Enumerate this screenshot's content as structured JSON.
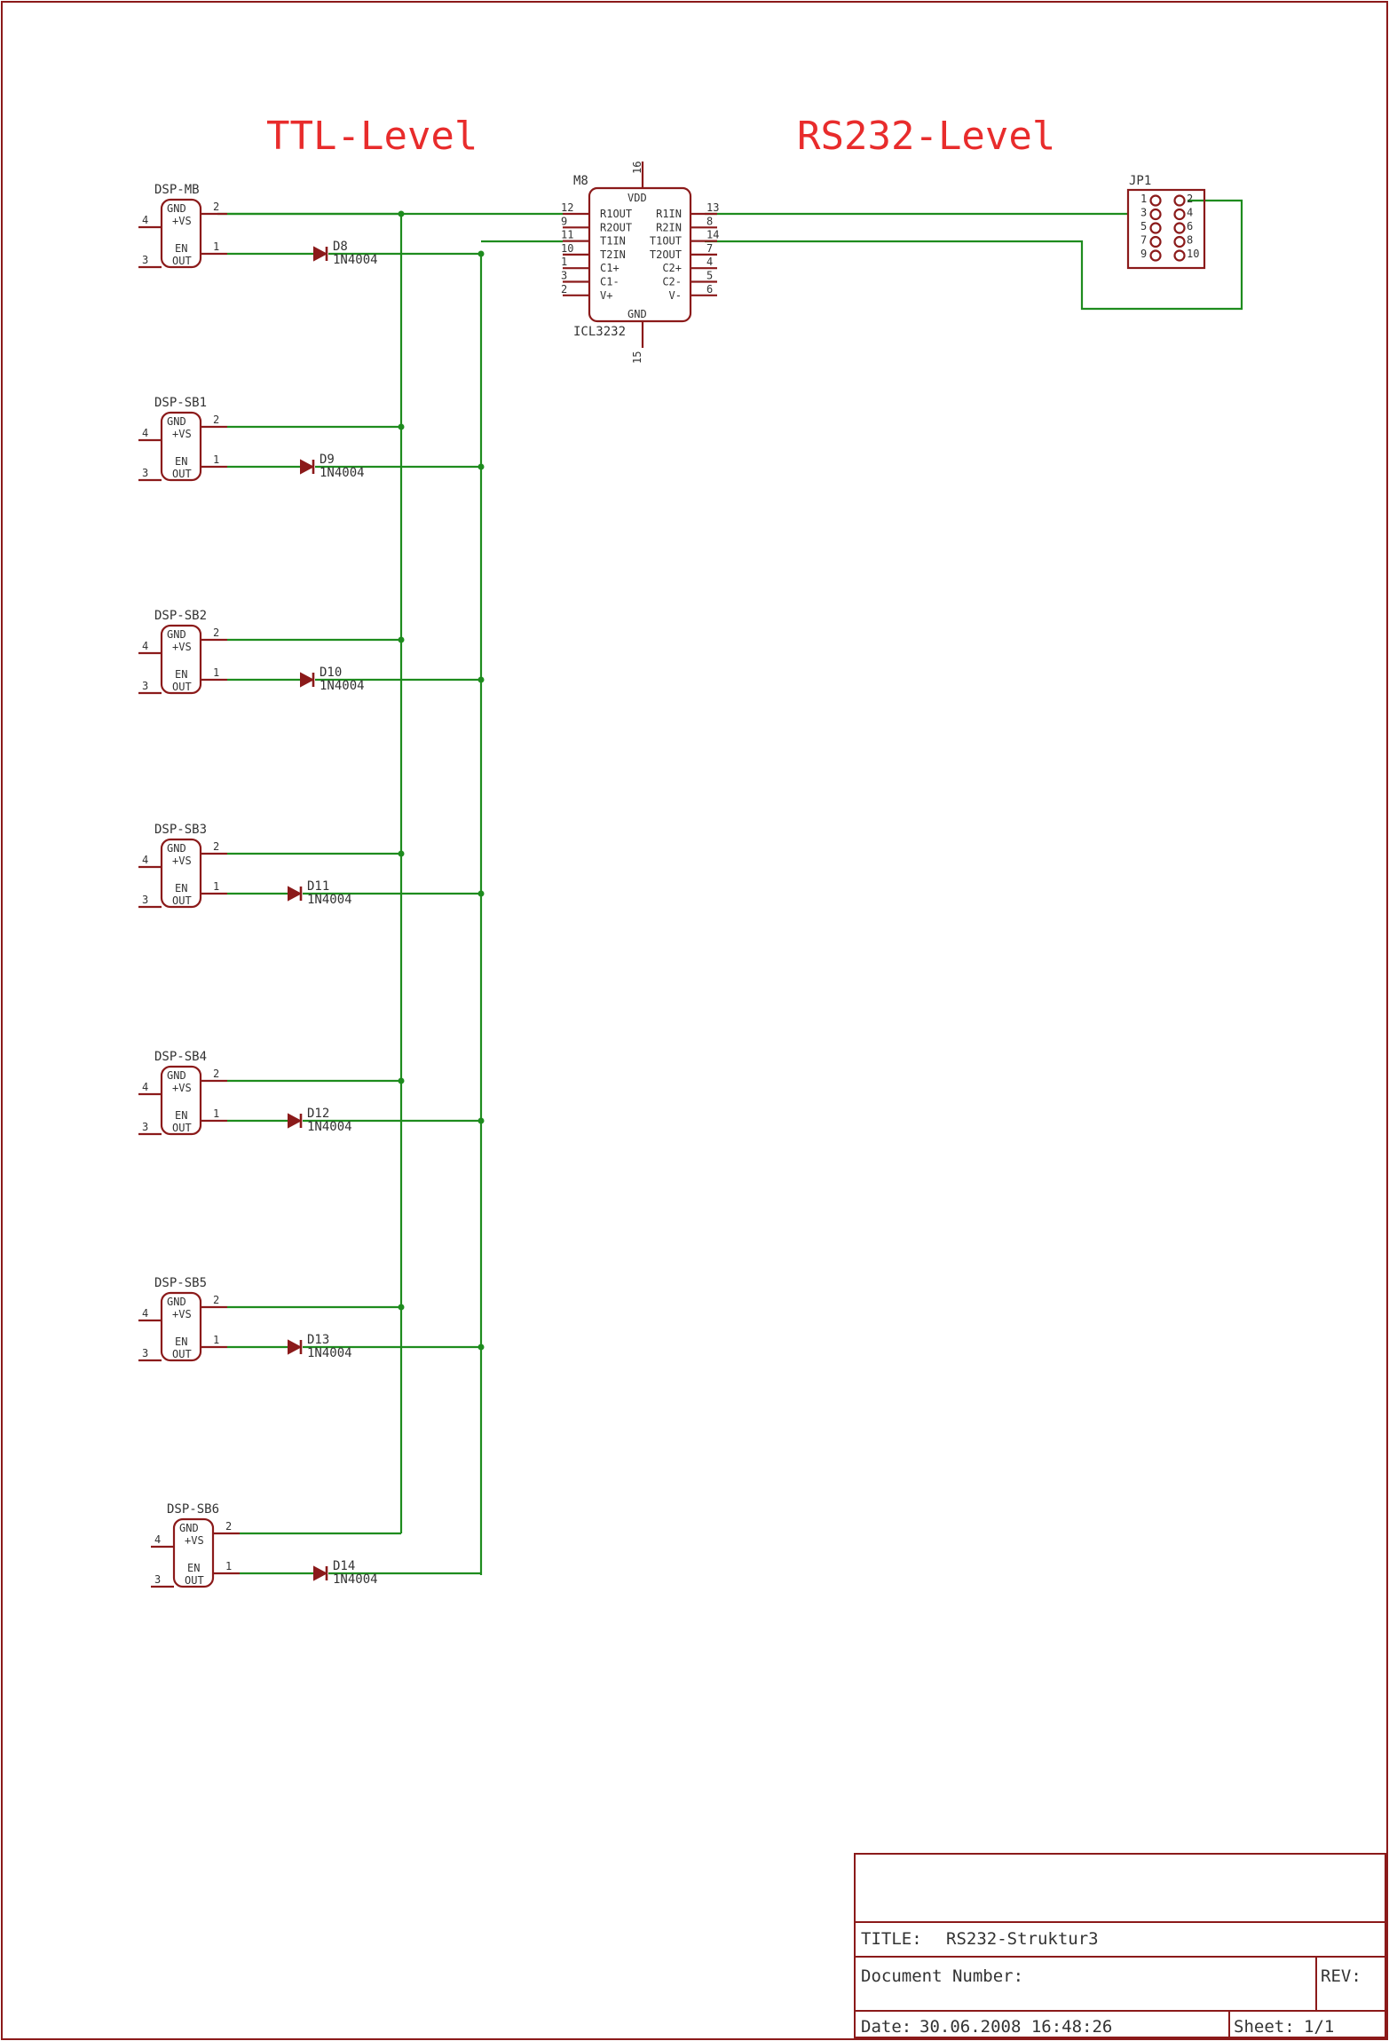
{
  "labels": {
    "ttl_level": "TTL-Level",
    "rs232_level": "RS232-Level"
  },
  "connectors": [
    {
      "name": "DSP-MB",
      "pins": {
        "p4": "4",
        "p3": "3",
        "p2": "2",
        "p1": "1"
      },
      "gnd": "GND",
      "vs": "+VS",
      "en": "EN",
      "out": "OUT"
    },
    {
      "name": "DSP-SB1",
      "pins": {
        "p4": "4",
        "p3": "3",
        "p2": "2",
        "p1": "1"
      },
      "gnd": "GND",
      "vs": "+VS",
      "en": "EN",
      "out": "OUT"
    },
    {
      "name": "DSP-SB2",
      "pins": {
        "p4": "4",
        "p3": "3",
        "p2": "2",
        "p1": "1"
      },
      "gnd": "GND",
      "vs": "+VS",
      "en": "EN",
      "out": "OUT"
    },
    {
      "name": "DSP-SB3",
      "pins": {
        "p4": "4",
        "p3": "3",
        "p2": "2",
        "p1": "1"
      },
      "gnd": "GND",
      "vs": "+VS",
      "en": "EN",
      "out": "OUT"
    },
    {
      "name": "DSP-SB4",
      "pins": {
        "p4": "4",
        "p3": "3",
        "p2": "2",
        "p1": "1"
      },
      "gnd": "GND",
      "vs": "+VS",
      "en": "EN",
      "out": "OUT"
    },
    {
      "name": "DSP-SB5",
      "pins": {
        "p4": "4",
        "p3": "3",
        "p2": "2",
        "p1": "1"
      },
      "gnd": "GND",
      "vs": "+VS",
      "en": "EN",
      "out": "OUT"
    },
    {
      "name": "DSP-SB6",
      "pins": {
        "p4": "4",
        "p3": "3",
        "p2": "2",
        "p1": "1"
      },
      "gnd": "GND",
      "vs": "+VS",
      "en": "EN",
      "out": "OUT"
    }
  ],
  "diodes": [
    {
      "name": "D8",
      "value": "1N4004"
    },
    {
      "name": "D9",
      "value": "1N4004"
    },
    {
      "name": "D10",
      "value": "1N4004"
    },
    {
      "name": "D11",
      "value": "1N4004"
    },
    {
      "name": "D12",
      "value": "1N4004"
    },
    {
      "name": "D13",
      "value": "1N4004"
    },
    {
      "name": "D14",
      "value": "1N4004"
    }
  ],
  "ic": {
    "name": "M8",
    "value": "ICL3232",
    "vdd": "VDD",
    "gnd": "GND",
    "top_pin": "16",
    "bottom_pin": "15",
    "left_pins": [
      {
        "num": "12",
        "label": "R1OUT"
      },
      {
        "num": "9",
        "label": "R2OUT"
      },
      {
        "num": "11",
        "label": "T1IN"
      },
      {
        "num": "10",
        "label": "T2IN"
      },
      {
        "num": "1",
        "label": "C1+"
      },
      {
        "num": "3",
        "label": "C1-"
      },
      {
        "num": "2",
        "label": "V+"
      }
    ],
    "right_pins": [
      {
        "num": "13",
        "label": "R1IN"
      },
      {
        "num": "8",
        "label": "R2IN"
      },
      {
        "num": "14",
        "label": "T1OUT"
      },
      {
        "num": "7",
        "label": "T2OUT"
      },
      {
        "num": "4",
        "label": "C2+"
      },
      {
        "num": "5",
        "label": "C2-"
      },
      {
        "num": "6",
        "label": "V-"
      }
    ]
  },
  "header": {
    "name": "JP1",
    "left_nums": [
      "1",
      "3",
      "5",
      "7",
      "9"
    ],
    "right_nums": [
      "2",
      "4",
      "6",
      "8",
      "10"
    ]
  },
  "title_block": {
    "title_label": "TITLE:",
    "title_value": "RS232-Struktur3",
    "doc_number_label": "Document Number:",
    "rev_label": "REV:",
    "date_label": "Date:",
    "date_value": "30.06.2008 16:48:26",
    "sheet_label": "Sheet:",
    "sheet_value": "1/1"
  }
}
